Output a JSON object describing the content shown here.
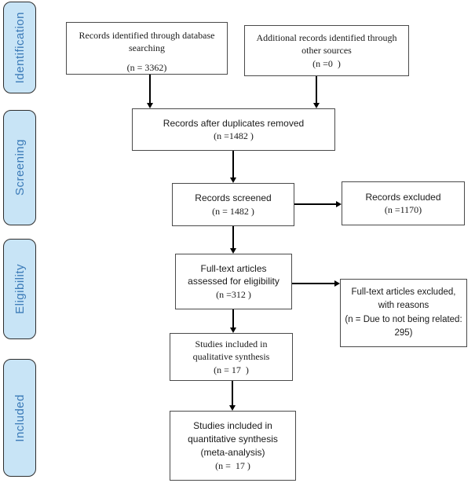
{
  "sidebar": {
    "stages": [
      {
        "label": "Identification"
      },
      {
        "label": "Screening"
      },
      {
        "label": "Eligibility"
      },
      {
        "label": "Included"
      }
    ]
  },
  "boxes": {
    "records_identified": {
      "text": "Records identified through database searching",
      "count": "(n = 3362)"
    },
    "additional_records": {
      "text": "Additional records identified through other sources",
      "count": "(n =0  )"
    },
    "duplicates_removed": {
      "text": "Records after duplicates removed",
      "count": "(n =1482 )"
    },
    "records_screened": {
      "text": "Records screened",
      "count": "(n = 1482 )"
    },
    "records_excluded": {
      "text": "Records excluded",
      "count": "(n =1170)"
    },
    "fulltext_assessed": {
      "text": "Full-text articles assessed for eligibility",
      "count": "(n =312 )"
    },
    "fulltext_excluded": {
      "text": "Full-text articles excluded, with reasons",
      "count": "(n = Due to not being related: 295)"
    },
    "qualitative_synthesis": {
      "text": "Studies included in qualitative synthesis",
      "count": "(n = 17  )"
    },
    "quantitative_synthesis": {
      "text": "Studies included in quantitative synthesis (meta-analysis)",
      "count": "(n =  17 )"
    }
  },
  "colors": {
    "stage_fill": "#c8e4f6",
    "stage_text": "#3c7bb8",
    "box_border": "#4a4a4a",
    "arrow": "#000000"
  }
}
